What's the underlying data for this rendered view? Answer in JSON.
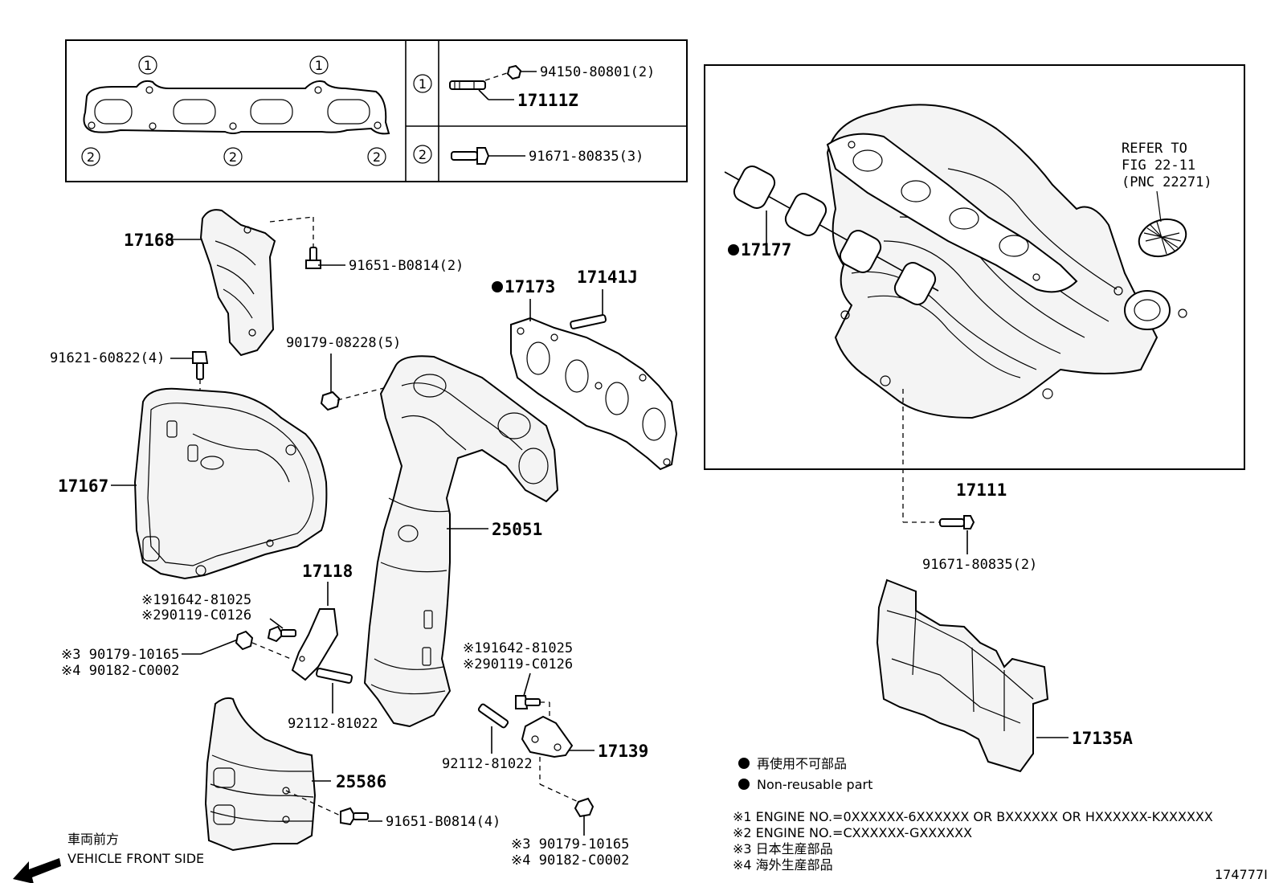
{
  "inset": {
    "circle_1": "1",
    "circle_2": "2",
    "row1_nut": "94150-80801(2)",
    "row1_stud": "17111Z",
    "row2_bolt": "91671-80835(3)"
  },
  "labels": {
    "p17168": "17168",
    "p91651a": "91651-B0814(2)",
    "p17173": "17173",
    "p17141J": "17141J",
    "p91621": "91621-60822(4)",
    "p90179a": "90179-08228(5)",
    "p17167": "17167",
    "p25051": "25051",
    "p17118": "17118",
    "p191642a": "※191642-81025",
    "p290119a": "※290119-C0126",
    "p3_90179a": "※3 90179-10165",
    "p4_90182a": "※4 90182-C0002",
    "p191642b": "※191642-81025",
    "p290119b": "※290119-C0126",
    "p92112a": "92112-81022",
    "p92112b": "92112-81022",
    "p17139": "17139",
    "p25586": "25586",
    "p91651b": "91651-B0814(4)",
    "p3_90179b": "※3 90179-10165",
    "p4_90182b": "※4 90182-C0002",
    "p17177": "17177",
    "refer1": "REFER TO",
    "refer2": "FIG 22-11",
    "refer3": "(PNC 22271)",
    "p17111": "17111",
    "p91671b": "91671-80835(2)",
    "p17135A": "17135A"
  },
  "legend": {
    "nonreusable_jp": "再使用不可部品",
    "nonreusable_en": "Non-reusable part"
  },
  "notes": {
    "n1": "※1 ENGINE NO.=0XXXXXX-6XXXXXX OR BXXXXXX OR HXXXXXX-KXXXXXX",
    "n2": "※2 ENGINE NO.=CXXXXXX-GXXXXXX",
    "n3": "※3 日本生産部品",
    "n4": "※4 海外生産部品"
  },
  "front": {
    "jp": "車両前方",
    "en": "VEHICLE FRONT SIDE"
  },
  "figure_id": "174777I"
}
